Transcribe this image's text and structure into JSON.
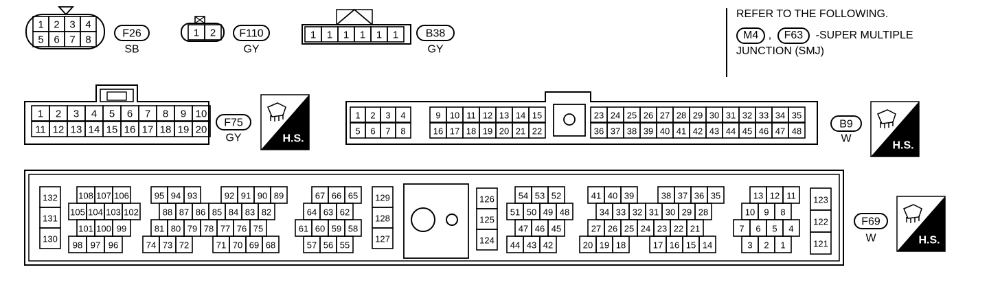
{
  "note": {
    "line1": "REFER TO THE FOLLOWING.",
    "tag1": "M4",
    "sep": ",",
    "tag2": "F63",
    "line2_suffix": "-SUPER MULTIPLE",
    "line3": "JUNCTION (SMJ)"
  },
  "hs_label": "H.S.",
  "connectors": {
    "f26": {
      "tag": "F26",
      "color": "SB",
      "pins_top": [
        "1",
        "2",
        "3",
        "4"
      ],
      "pins_bottom": [
        "5",
        "6",
        "7",
        "8"
      ]
    },
    "f110": {
      "tag": "F110",
      "color": "GY",
      "pins": [
        "1",
        "2"
      ]
    },
    "b38": {
      "tag": "B38",
      "color": "GY",
      "pins": [
        "1",
        "1",
        "1",
        "1",
        "1",
        "1"
      ]
    },
    "f75": {
      "tag": "F75",
      "color": "GY",
      "pins_top": [
        "1",
        "2",
        "3",
        "4",
        "5",
        "6",
        "7",
        "8",
        "9",
        "10"
      ],
      "pins_bottom": [
        "11",
        "12",
        "13",
        "14",
        "15",
        "16",
        "17",
        "18",
        "19",
        "20"
      ]
    },
    "b9": {
      "tag": "B9",
      "color": "W",
      "left_top": [
        "1",
        "2",
        "3",
        "4"
      ],
      "left_bottom": [
        "5",
        "6",
        "7",
        "8"
      ],
      "mid_top": [
        "9",
        "10",
        "11",
        "12",
        "13",
        "14",
        "15"
      ],
      "mid_bottom": [
        "16",
        "17",
        "18",
        "19",
        "20",
        "21",
        "22"
      ],
      "right_top": [
        "23",
        "24",
        "25",
        "26",
        "27",
        "28",
        "29",
        "30",
        "31",
        "32",
        "33",
        "34",
        "35"
      ],
      "right_bottom": [
        "36",
        "37",
        "38",
        "39",
        "40",
        "41",
        "42",
        "43",
        "44",
        "45",
        "46",
        "47",
        "48"
      ]
    },
    "f69": {
      "tag": "F69",
      "color": "W",
      "g1": [
        "132",
        "131",
        "130"
      ],
      "g2_r1": [
        "108",
        "107",
        "106"
      ],
      "g2_r2": [
        "105",
        "104",
        "103",
        "102"
      ],
      "g2_r3": [
        "101",
        "100",
        "99"
      ],
      "g2_r4": [
        "98",
        "97",
        "96"
      ],
      "g3_r1a": [
        "95",
        "94",
        "93"
      ],
      "g3_r1b": [
        "92",
        "91",
        "90",
        "89"
      ],
      "g3_r2": [
        "88",
        "87",
        "86",
        "85",
        "84",
        "83",
        "82"
      ],
      "g3_r3": [
        "81",
        "80",
        "79",
        "78",
        "77",
        "76",
        "75"
      ],
      "g3_r4a": [
        "74",
        "73",
        "72"
      ],
      "g3_r4b": [
        "71",
        "70",
        "69",
        "68"
      ],
      "g4_r1": [
        "67",
        "66",
        "65"
      ],
      "g4_r2": [
        "64",
        "63",
        "62"
      ],
      "g4_r3": [
        "61",
        "60",
        "59",
        "58"
      ],
      "g4_r4": [
        "57",
        "56",
        "55"
      ],
      "g5": [
        "129",
        "128",
        "127"
      ],
      "g6": [
        "126",
        "125",
        "124"
      ],
      "g7_r1": [
        "54",
        "53",
        "52"
      ],
      "g7_r2": [
        "51",
        "50",
        "49",
        "48"
      ],
      "g7_r3": [
        "47",
        "46",
        "45"
      ],
      "g7_r4": [
        "44",
        "43",
        "42"
      ],
      "g8_r1a": [
        "41",
        "40",
        "39"
      ],
      "g8_r1b": [
        "38",
        "37",
        "36",
        "35"
      ],
      "g8_r2": [
        "34",
        "33",
        "32",
        "31",
        "30",
        "29",
        "28"
      ],
      "g8_r3": [
        "27",
        "26",
        "25",
        "24",
        "23",
        "22",
        "21"
      ],
      "g8_r4a": [
        "20",
        "19",
        "18"
      ],
      "g8_r4b": [
        "17",
        "16",
        "15",
        "14"
      ],
      "g9_r1": [
        "13",
        "12",
        "11"
      ],
      "g9_r2": [
        "10",
        "9",
        "8"
      ],
      "g9_r3": [
        "7",
        "6",
        "5",
        "4"
      ],
      "g9_r4": [
        "3",
        "2",
        "1"
      ],
      "g10": [
        "123",
        "122",
        "121"
      ]
    }
  }
}
